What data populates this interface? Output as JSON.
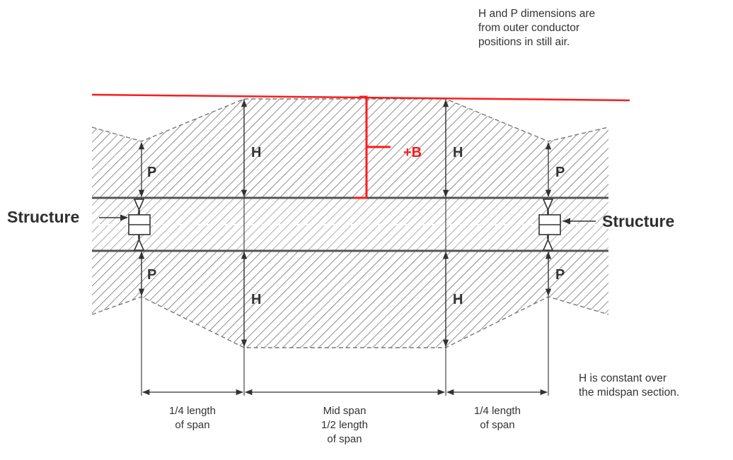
{
  "notes": {
    "top_right": [
      "H and P dimensions are",
      "from outer conductor",
      "positions in still air."
    ],
    "bottom_right": [
      "H is constant over",
      "the midspan section."
    ]
  },
  "structure_labels": {
    "left": "Structure",
    "right": "Structure"
  },
  "dimension_labels": {
    "H": "H",
    "P": "P",
    "B": "+B"
  },
  "span_labels": {
    "quarter_left": [
      "1/4 length",
      "of span"
    ],
    "mid": [
      "Mid span",
      "1/2 length",
      "of span"
    ],
    "quarter_right": [
      "1/4 length",
      "of span"
    ]
  },
  "colors": {
    "ink": "#333333",
    "hatch": "#555555",
    "accent": "#ff1a1a"
  }
}
